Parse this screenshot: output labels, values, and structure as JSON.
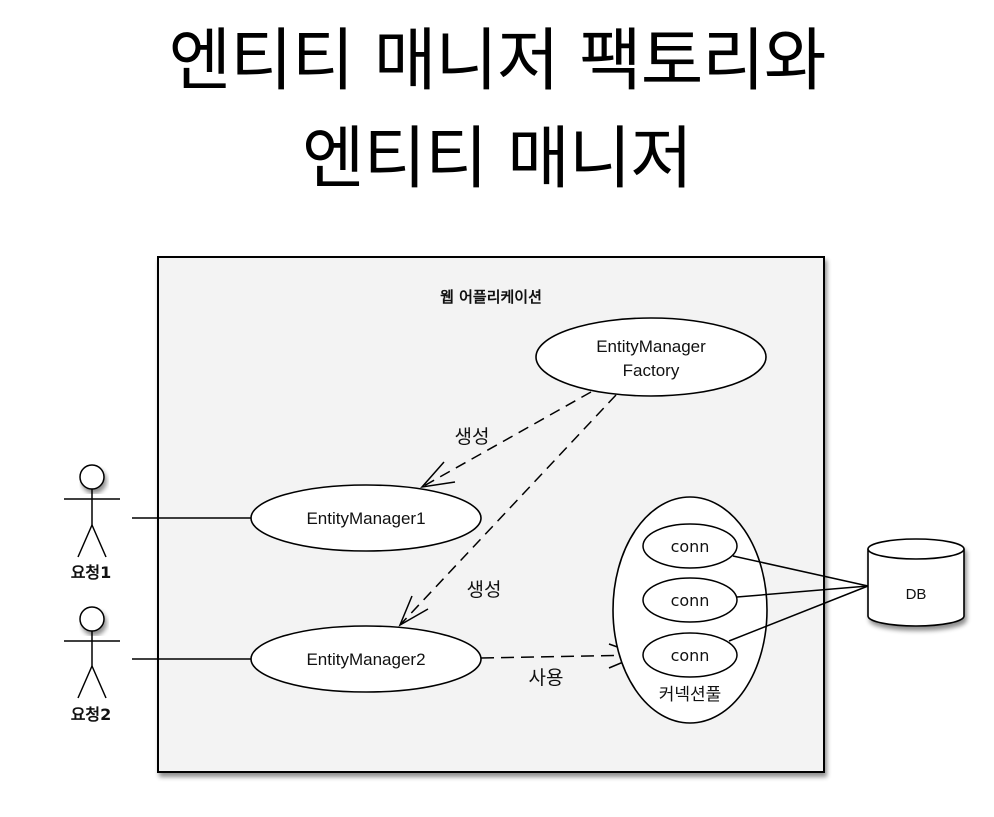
{
  "title": {
    "line1": "엔티티 매니저 팩토리와",
    "line2": "엔티티 매니저"
  },
  "diagram": {
    "container_label": "웹 어플리케이션",
    "factory": {
      "line1": "EntityManager",
      "line2": "Factory"
    },
    "entity_managers": [
      {
        "label": "EntityManager1"
      },
      {
        "label": "EntityManager2"
      }
    ],
    "actors": [
      {
        "label": "요청1"
      },
      {
        "label": "요청2"
      }
    ],
    "relations": {
      "create1": "생성",
      "create2": "생성",
      "use": "사용"
    },
    "connection_pool": {
      "label": "커넥션풀",
      "connections": [
        {
          "label": "conn"
        },
        {
          "label": "conn"
        },
        {
          "label": "conn"
        }
      ]
    },
    "database": {
      "label": "DB"
    }
  },
  "colors": {
    "container_fill": "#f3f3f3",
    "shape_fill": "#ffffff",
    "stroke": "#000000"
  }
}
